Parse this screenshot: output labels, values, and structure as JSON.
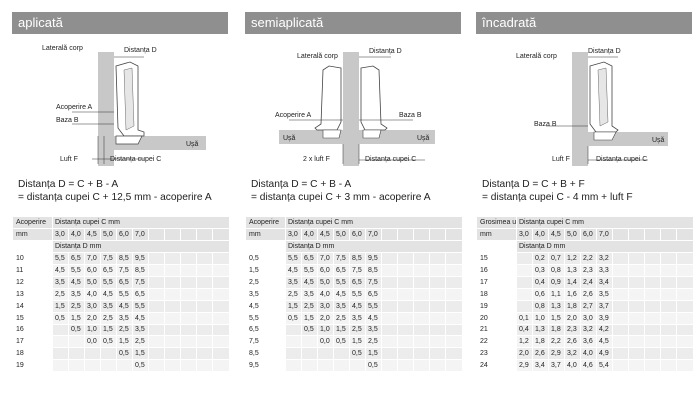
{
  "columns": [
    {
      "title": "aplicată",
      "labels": {
        "lateral": "Laterală corp",
        "distD": "Distanța D",
        "acoperire": "Acoperire A",
        "baza": "Baza B",
        "usa": "Ușă",
        "luft": "Luft F",
        "distC": "Distanța cupei C"
      },
      "formula": [
        "Distanța D = C + B - A",
        "= distanța cupei C + 12,5 mm - acoperire A"
      ],
      "table": {
        "head1": [
          "Acoperire",
          "Distanța cupei C mm"
        ],
        "head2": [
          "mm",
          "3,0",
          "4,0",
          "4,5",
          "5,0",
          "6,0",
          "7,0"
        ],
        "sub": "Distanța D mm",
        "rows": [
          [
            "10",
            "5,5",
            "6,5",
            "7,0",
            "7,5",
            "8,5",
            "9,5"
          ],
          [
            "11",
            "4,5",
            "5,5",
            "6,0",
            "6,5",
            "7,5",
            "8,5"
          ],
          [
            "12",
            "3,5",
            "4,5",
            "5,0",
            "5,5",
            "6,5",
            "7,5"
          ],
          [
            "13",
            "2,5",
            "3,5",
            "4,0",
            "4,5",
            "5,5",
            "6,5"
          ],
          [
            "14",
            "1,5",
            "2,5",
            "3,0",
            "3,5",
            "4,5",
            "5,5"
          ],
          [
            "15",
            "0,5",
            "1,5",
            "2,0",
            "2,5",
            "3,5",
            "4,5"
          ],
          [
            "16",
            "",
            "0,5",
            "1,0",
            "1,5",
            "2,5",
            "3,5"
          ],
          [
            "17",
            "",
            "",
            "0,0",
            "0,5",
            "1,5",
            "2,5"
          ],
          [
            "18",
            "",
            "",
            "",
            "",
            "0,5",
            "1,5"
          ],
          [
            "19",
            "",
            "",
            "",
            "",
            "",
            "0,5"
          ]
        ]
      }
    },
    {
      "title": "semiaplicată",
      "labels": {
        "lateral": "Laterală corp",
        "distD": "Distanța D",
        "acoperire": "Acoperire A",
        "baza": "Baza B",
        "usa1": "Ușă",
        "usa2": "Ușă",
        "luft": "2 x luft F",
        "distC": "Distanța cupei C"
      },
      "formula": [
        "Distanța D = C + B - A",
        "= distanța cupei C + 3 mm - acoperire A"
      ],
      "table": {
        "head1": [
          "Acoperire",
          "Distanța cupei C mm"
        ],
        "head2": [
          "mm",
          "3,0",
          "4,0",
          "4,5",
          "5,0",
          "6,0",
          "7,0"
        ],
        "sub": "Distanța D mm",
        "rows": [
          [
            "0,5",
            "5,5",
            "6,5",
            "7,0",
            "7,5",
            "8,5",
            "9,5"
          ],
          [
            "1,5",
            "4,5",
            "5,5",
            "6,0",
            "6,5",
            "7,5",
            "8,5"
          ],
          [
            "2,5",
            "3,5",
            "4,5",
            "5,0",
            "5,5",
            "6,5",
            "7,5"
          ],
          [
            "3,5",
            "2,5",
            "3,5",
            "4,0",
            "4,5",
            "5,5",
            "6,5"
          ],
          [
            "4,5",
            "1,5",
            "2,5",
            "3,0",
            "3,5",
            "4,5",
            "5,5"
          ],
          [
            "5,5",
            "0,5",
            "1,5",
            "2,0",
            "2,5",
            "3,5",
            "4,5"
          ],
          [
            "6,5",
            "",
            "0,5",
            "1,0",
            "1,5",
            "2,5",
            "3,5"
          ],
          [
            "7,5",
            "",
            "",
            "0,0",
            "0,5",
            "1,5",
            "2,5"
          ],
          [
            "8,5",
            "",
            "",
            "",
            "",
            "0,5",
            "1,5"
          ],
          [
            "9,5",
            "",
            "",
            "",
            "",
            "",
            "0,5"
          ]
        ]
      }
    },
    {
      "title": "încadrată",
      "labels": {
        "lateral": "Laterală corp",
        "distD": "Distanța D",
        "baza": "Baza B",
        "usa": "Ușă",
        "luft": "Luft F",
        "distC": "Distanța cupei C"
      },
      "formula": [
        "Distanța D = C + B + F",
        "= distanța cupei C - 4 mm + luft F"
      ],
      "table": {
        "head1": [
          "Grosimea ușii",
          "Distanța cupei C mm"
        ],
        "head1b": "mm",
        "head2": [
          "",
          "3,0",
          "4,0",
          "4,5",
          "5,0",
          "6,0",
          "7,0"
        ],
        "sub": "Distanța D mm",
        "rows": [
          [
            "15",
            "",
            "0,2",
            "0,7",
            "1,2",
            "2,2",
            "3,2"
          ],
          [
            "16",
            "",
            "0,3",
            "0,8",
            "1,3",
            "2,3",
            "3,3"
          ],
          [
            "17",
            "",
            "0,4",
            "0,9",
            "1,4",
            "2,4",
            "3,4"
          ],
          [
            "18",
            "",
            "0,6",
            "1,1",
            "1,6",
            "2,6",
            "3,5"
          ],
          [
            "19",
            "",
            "0,8",
            "1,3",
            "1,8",
            "2,7",
            "3,7"
          ],
          [
            "20",
            "0,1",
            "1,0",
            "1,5",
            "2,0",
            "3,0",
            "3,9"
          ],
          [
            "21",
            "0,4",
            "1,3",
            "1,8",
            "2,3",
            "3,2",
            "4,2"
          ],
          [
            "22",
            "1,2",
            "1,8",
            "2,2",
            "2,6",
            "3,6",
            "4,5"
          ],
          [
            "23",
            "2,0",
            "2,6",
            "2,9",
            "3,2",
            "4,0",
            "4,9"
          ],
          [
            "24",
            "2,9",
            "3,4",
            "3,7",
            "4,0",
            "4,6",
            "5,4"
          ]
        ]
      }
    }
  ]
}
